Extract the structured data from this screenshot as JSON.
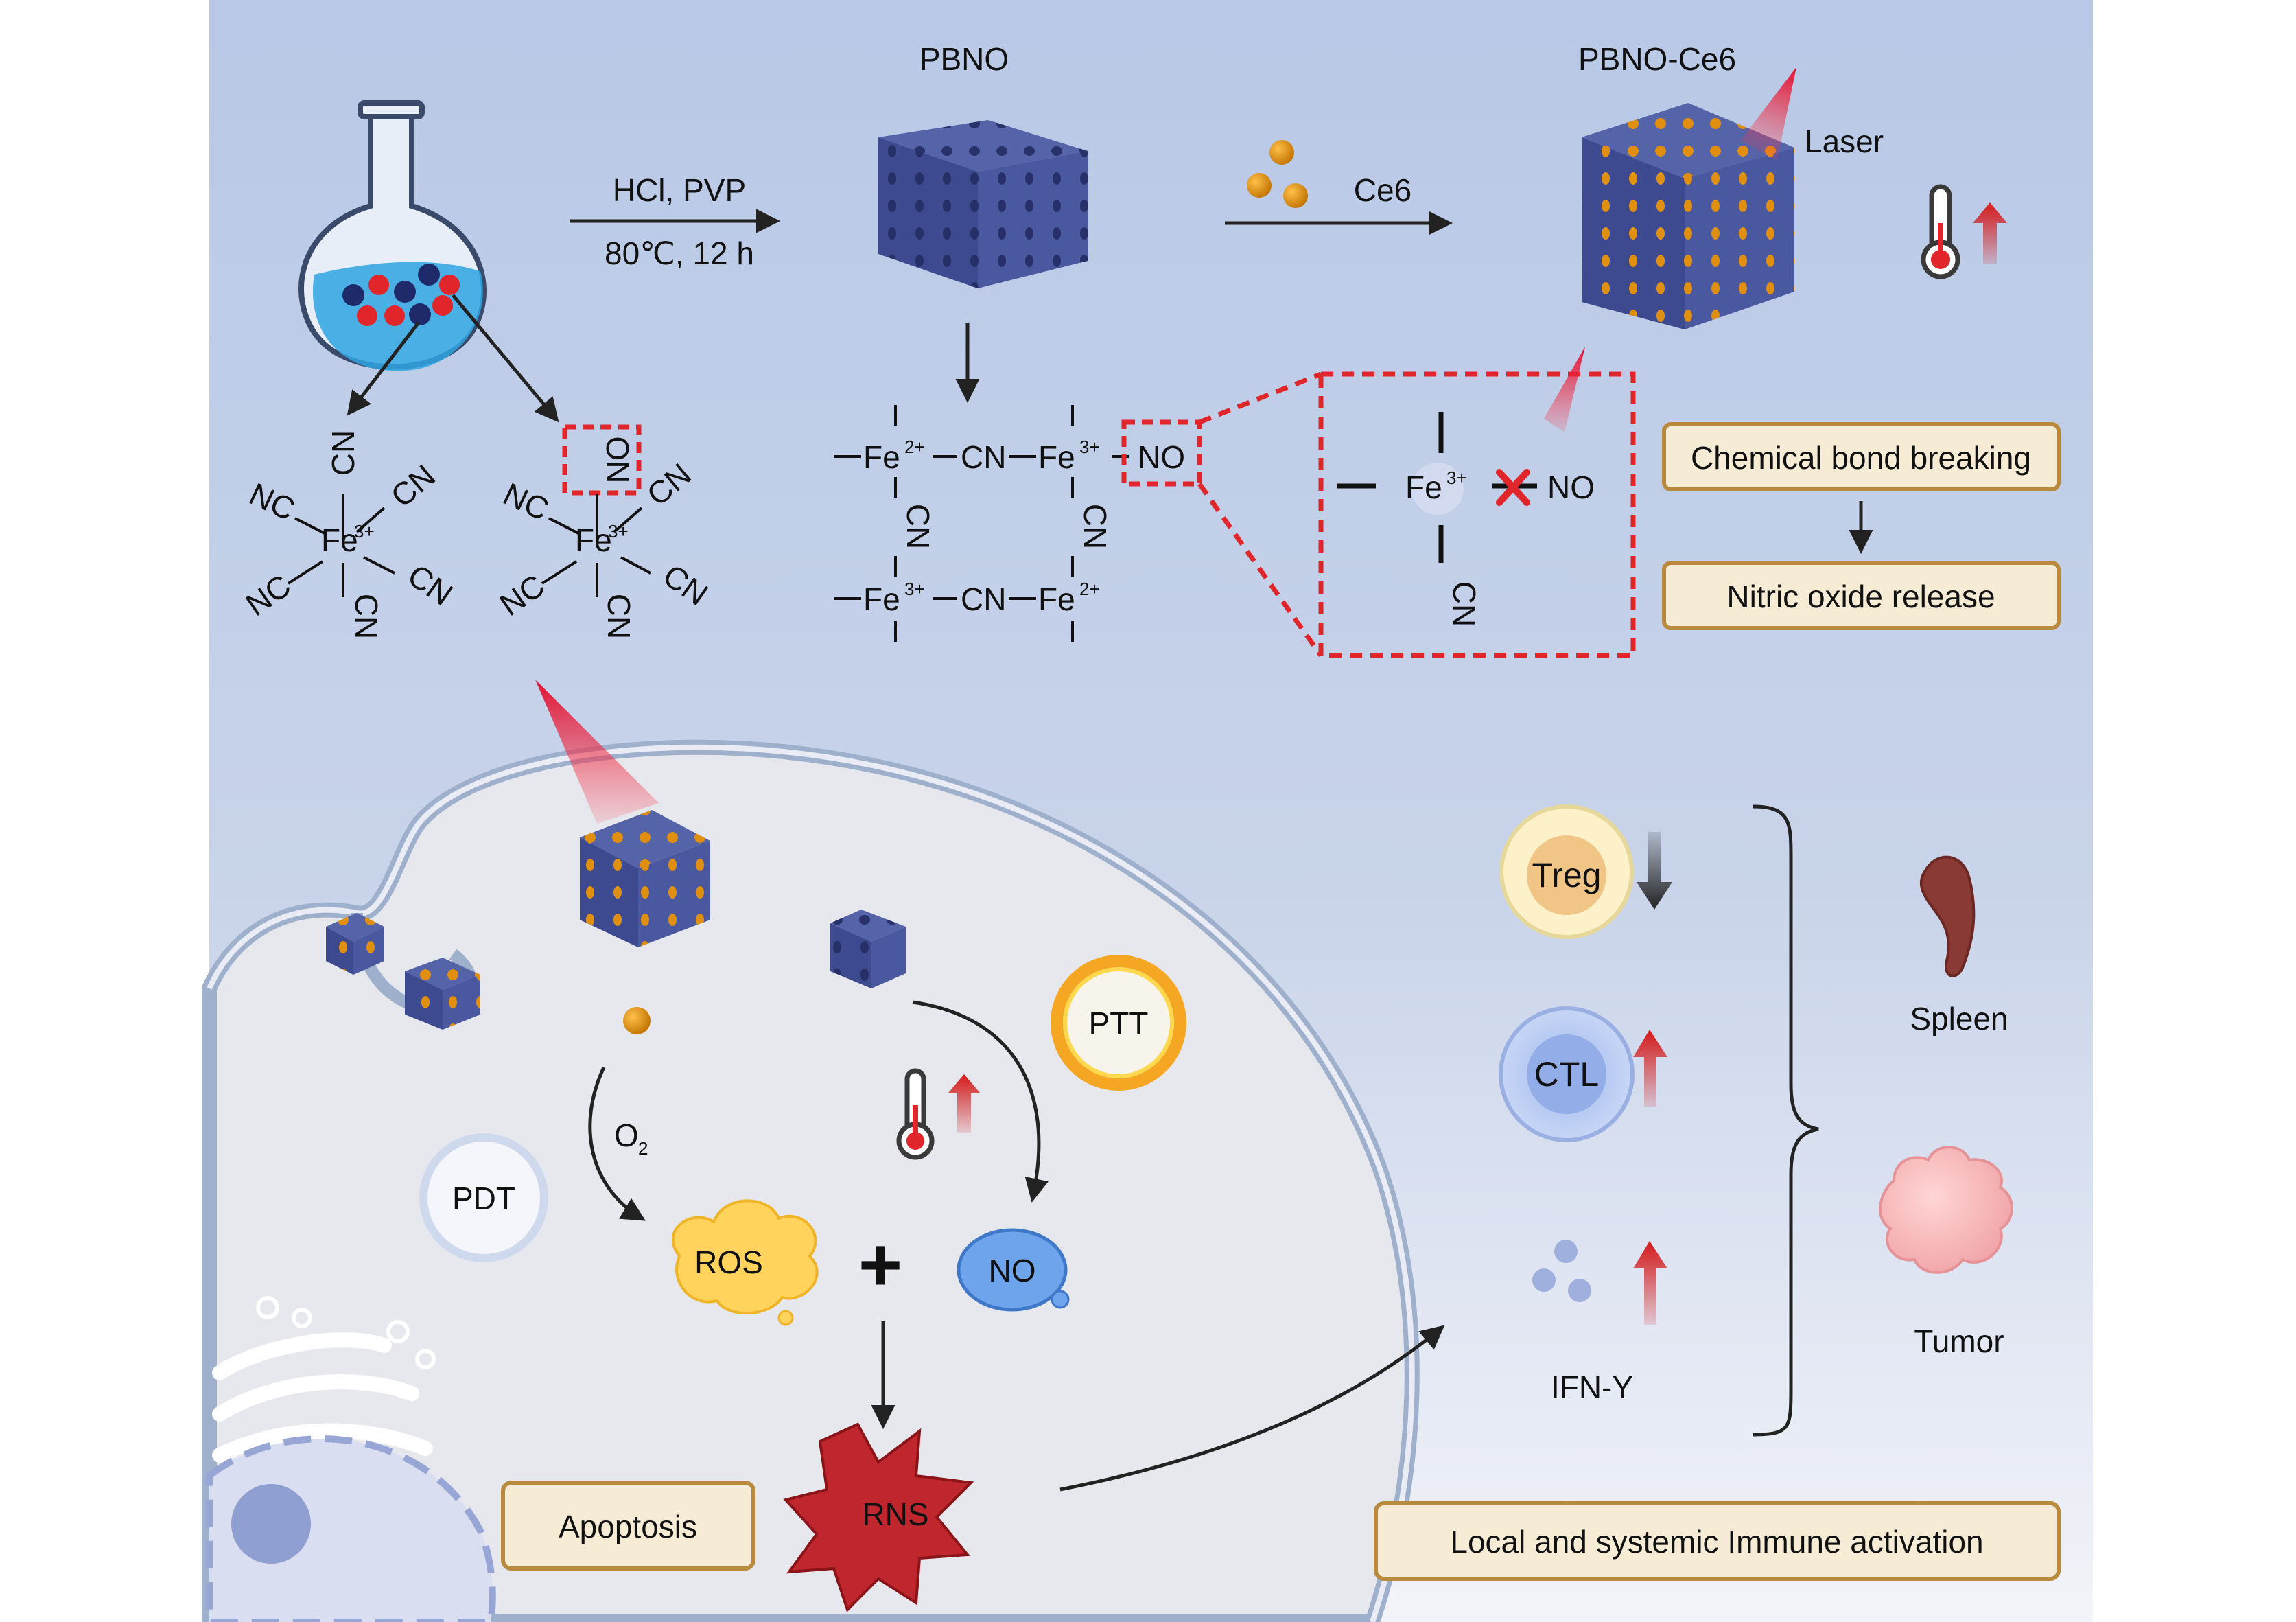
{
  "top": {
    "reaction_1": {
      "line1": "HCl, PVP",
      "line2": "80℃, 12 h"
    },
    "pbno_label": "PBNO",
    "ce6_label": "Ce6",
    "pbno_ce6_label": "PBNO-Ce6",
    "laser_label": "Laser",
    "complex_1": {
      "metal": "Fe",
      "charge": "3+",
      "ligands": [
        "CN",
        "CN",
        "CN",
        "NC",
        "NC",
        "CN"
      ]
    },
    "complex_2": {
      "metal": "Fe",
      "charge": "3+",
      "ligands": [
        "ON",
        "CN",
        "CN",
        "NC",
        "NC",
        "CN"
      ]
    },
    "lattice": {
      "fe2": "Fe",
      "fe3": "Fe",
      "ch2": "2+",
      "ch3": "3+",
      "cn": "CN",
      "no": "NO"
    },
    "zoom": {
      "metal": "Fe",
      "charge": "3+",
      "no": "NO",
      "cn": "CN"
    },
    "box_bond_breaking": "Chemical bond breaking",
    "box_no_release": "Nitric oxide release"
  },
  "bottom": {
    "o2": "O",
    "o2_sub": "2",
    "pdt": "PDT",
    "ptt": "PTT",
    "ros": "ROS",
    "no": "NO",
    "plus": "+",
    "rns": "RNS",
    "apoptosis": "Apoptosis",
    "treg": "Treg",
    "ctl": "CTL",
    "ifn": "IFN-Y",
    "spleen": "Spleen",
    "tumor": "Tumor",
    "immune_box": "Local and systemic Immune activation"
  },
  "colors": {
    "bg_top": "#b8c8e6",
    "bg_bottom": "#f0f2f8",
    "cube": "#3d4a8f",
    "dot_orange": "#d98a12",
    "red": "#e0262b",
    "box_fill": "#f6ecd6",
    "box_stroke": "#b98a3e"
  }
}
